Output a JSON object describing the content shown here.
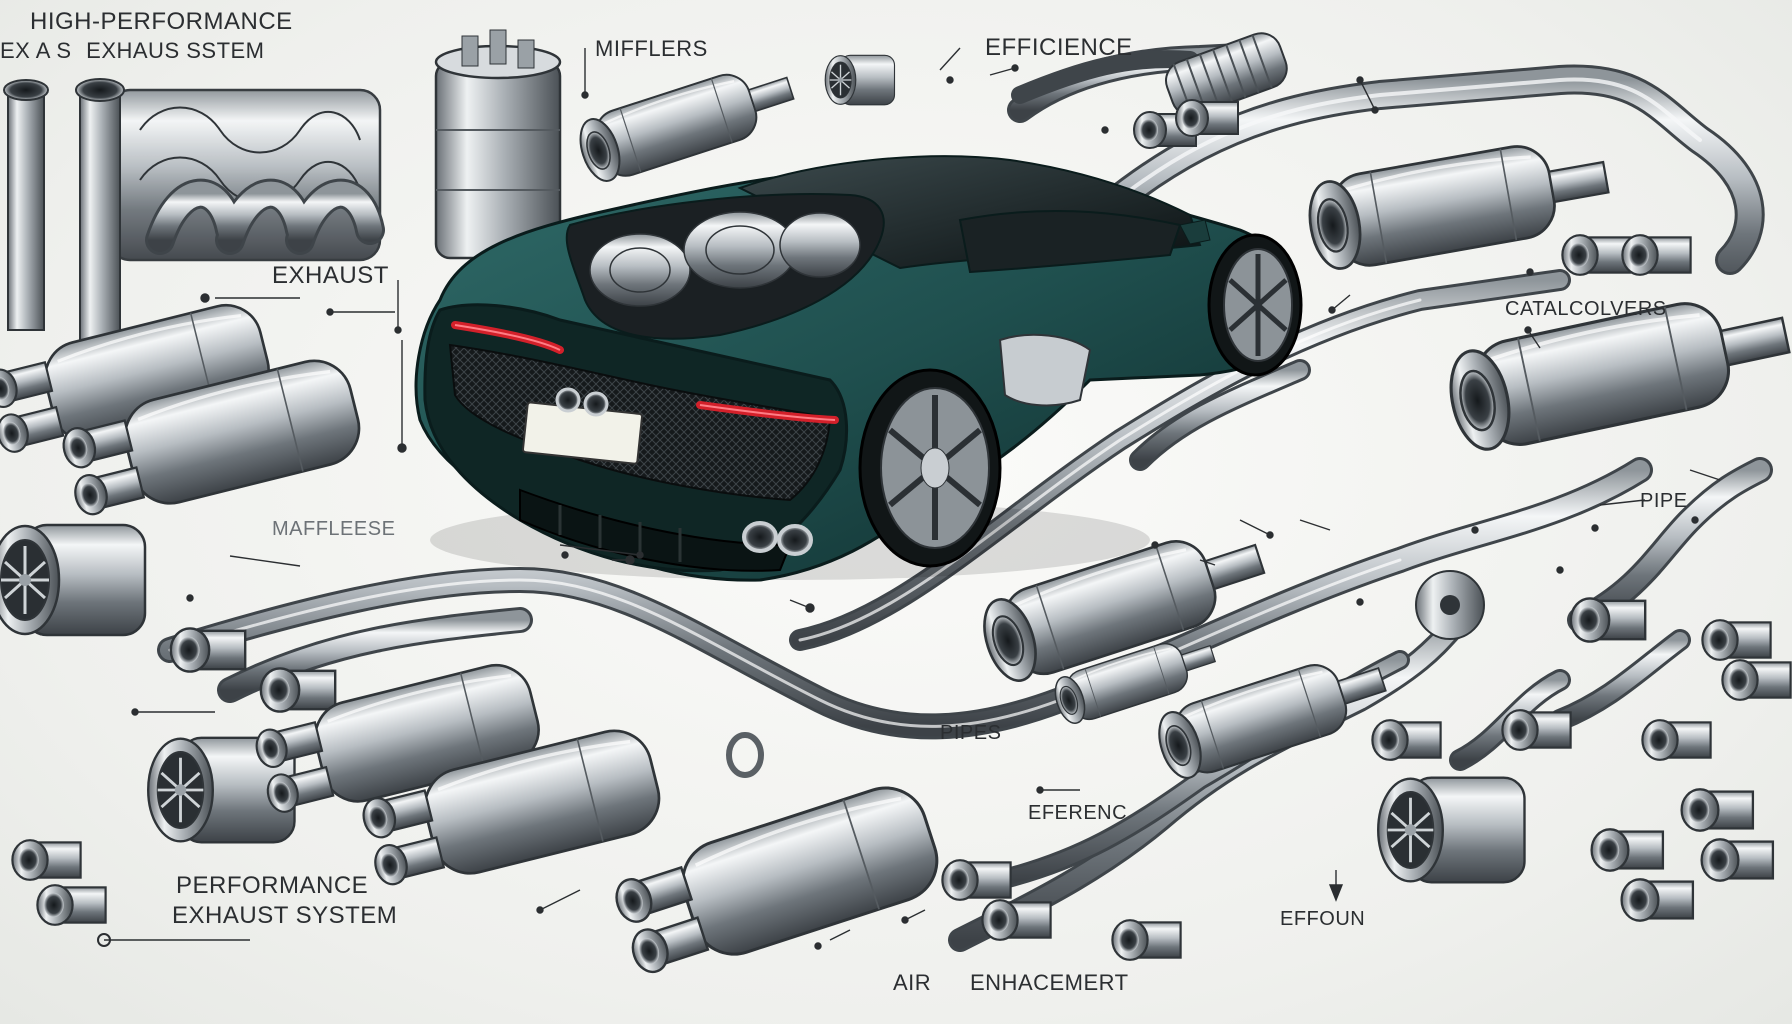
{
  "labels": {
    "title_line1": "HIGH-PERFORMANCE",
    "title_line2_prefix": "EX",
    "title_line2_faint": "A S",
    "title_line2_suffix": "EXHAUS SSTEM",
    "mifflers": "MIFFLERS",
    "efficience": "EFFICIENCE",
    "exhaust": "EXHAUST",
    "catalcolvers": "CATALCOLVERS",
    "maffleese": "MAFFLEESE",
    "pipe": "PIPE",
    "pipes": "PIPES",
    "eferenc": "EFERENC",
    "performance_line1": "PERFORMANCE",
    "performance_line2": "EXHAUST SYSTEM",
    "effoun": "EFFOUN",
    "air": "AIR",
    "enhacement": "ENHACEMERT"
  },
  "icons": {
    "car": "sports-car-rear-view",
    "muffler": "muffler-icon",
    "pipe": "exhaust-pipe-icon",
    "catalytic_converter": "catalytic-converter-icon",
    "turbine": "turbine-fan-icon"
  },
  "colors": {
    "car_body": "#1f4f4e",
    "car_shadow": "#0c2423",
    "taillight": "#d3202a",
    "metal_light": "#eef0f1",
    "metal_mid": "#a9afb4",
    "metal_dark": "#4a5055",
    "ink": "#2b2e31"
  }
}
